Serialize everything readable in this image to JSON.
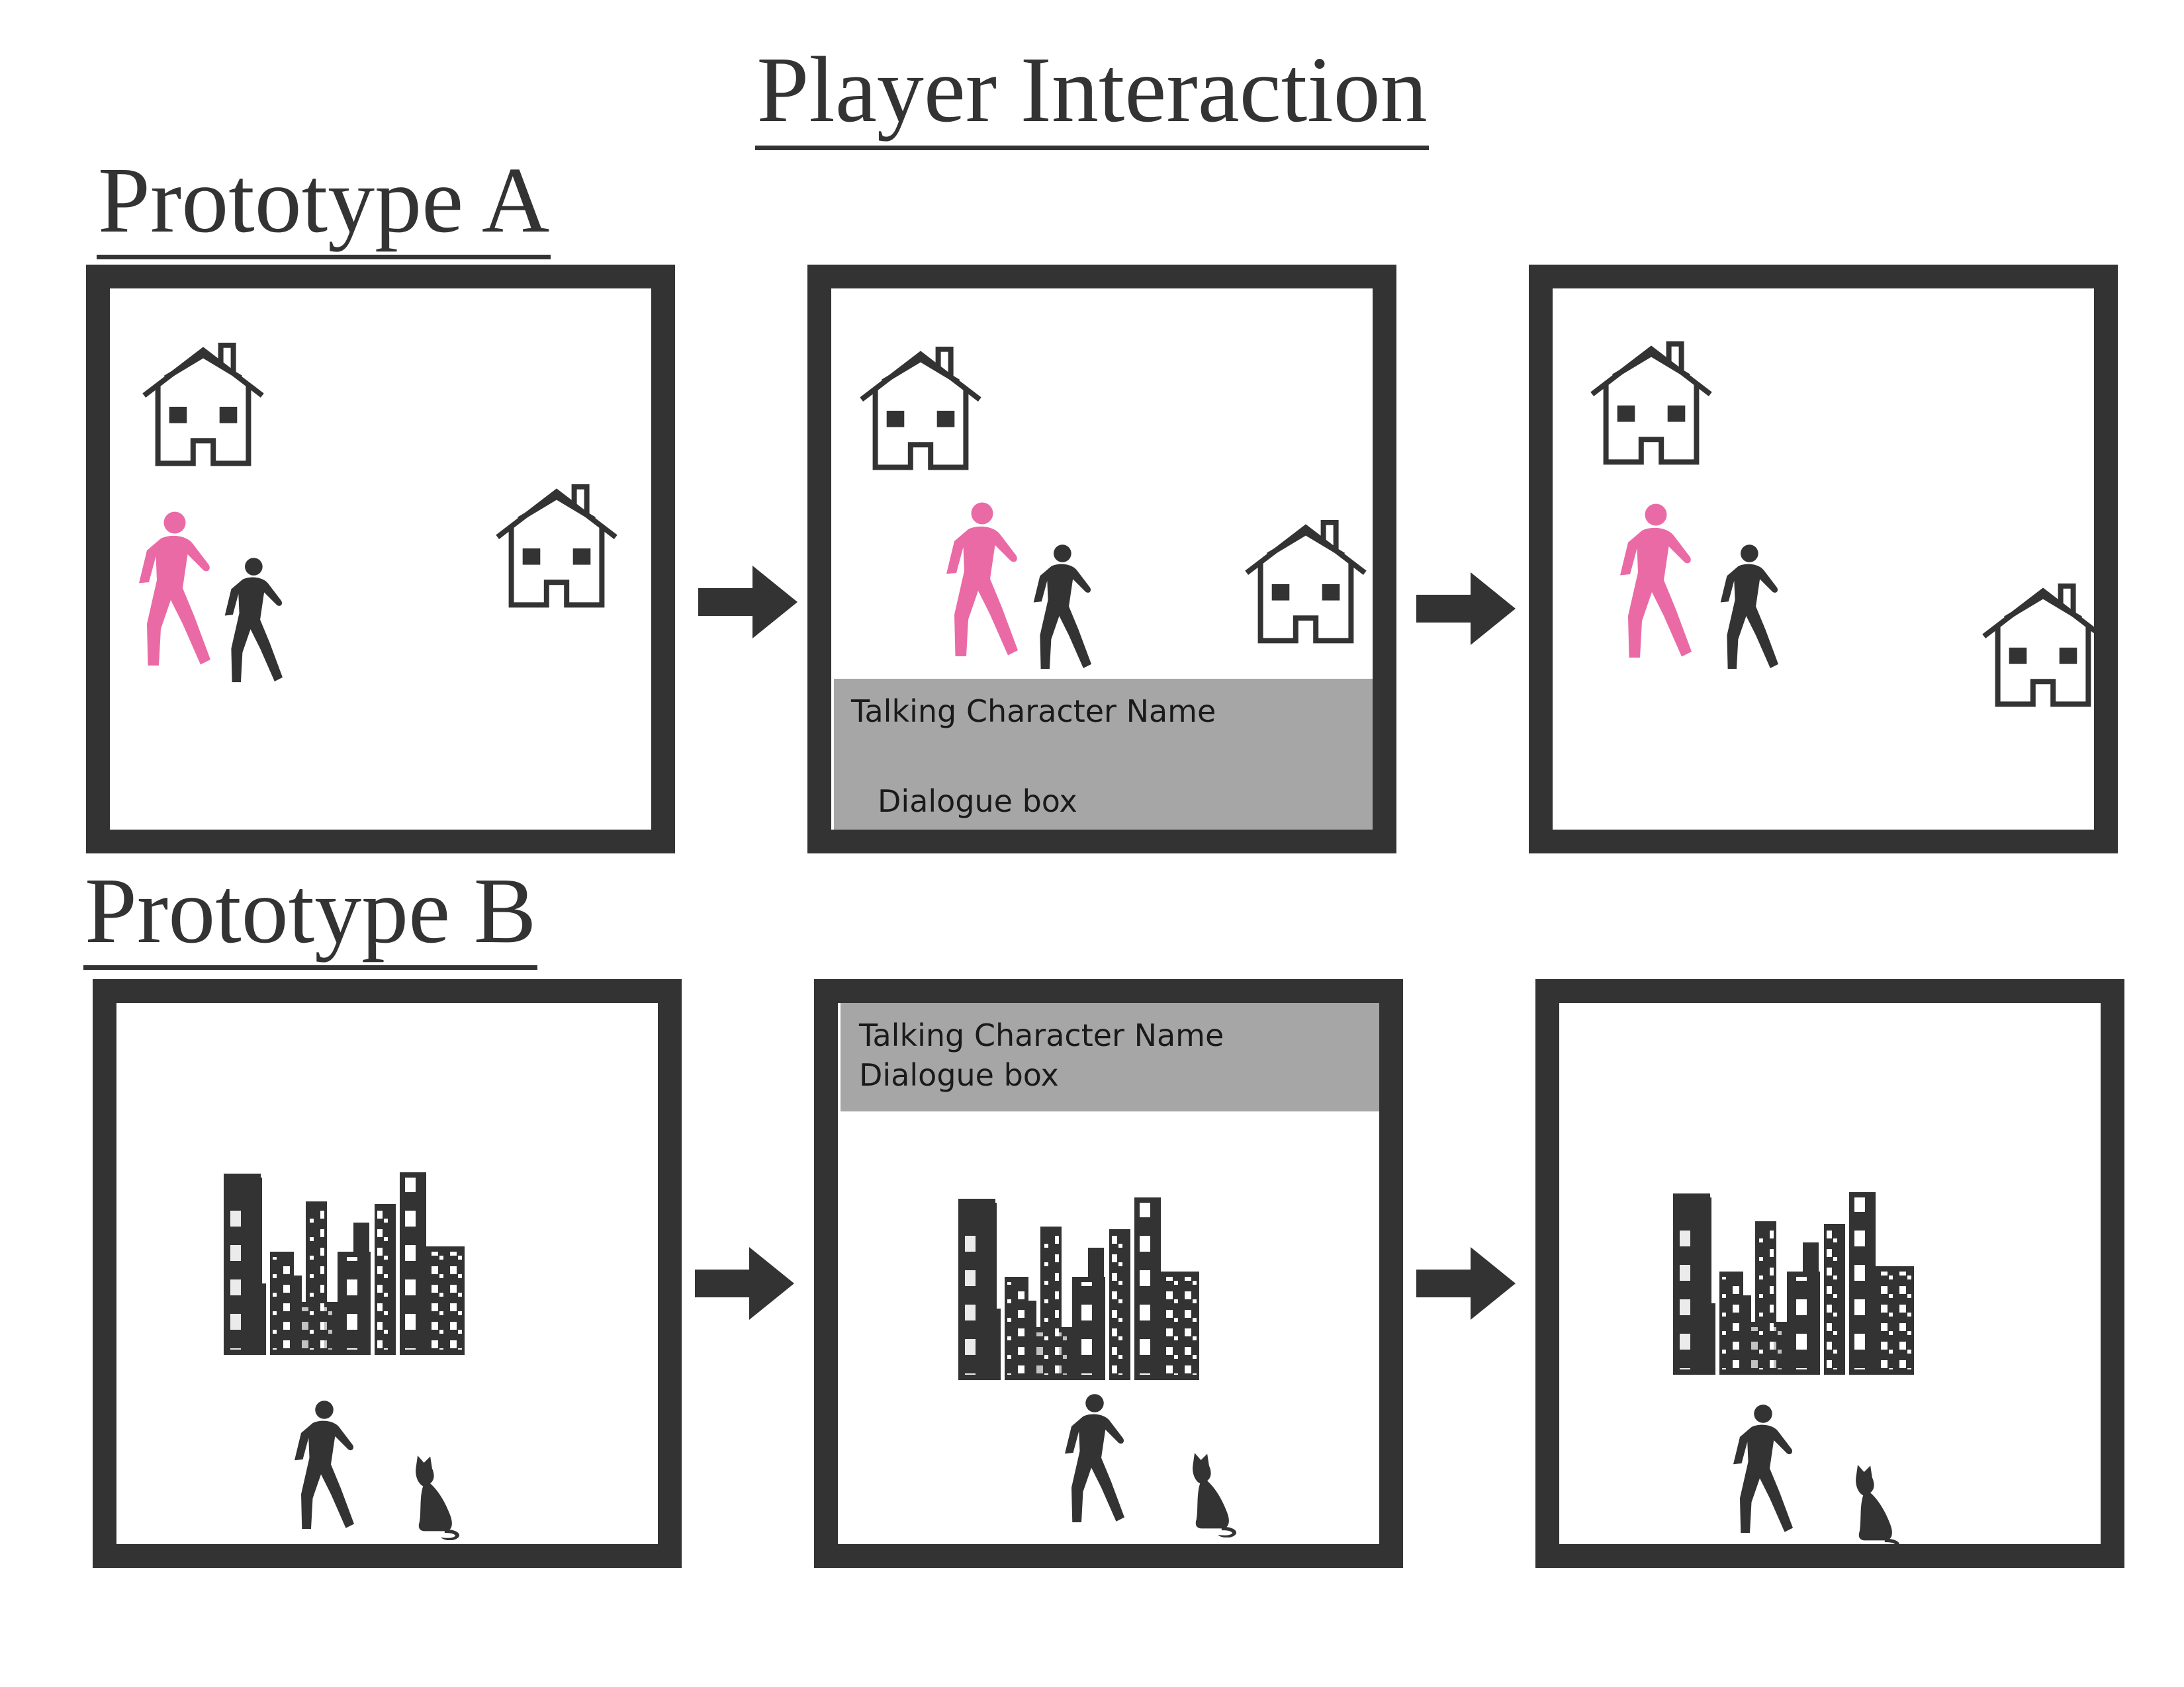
{
  "title": "Player Interaction",
  "prototype_a": {
    "heading": "Prototype A",
    "dialogue": {
      "name": "Talking Character Name",
      "text": "Dialogue box"
    }
  },
  "prototype_b": {
    "heading": "Prototype B",
    "dialogue": {
      "name": "Talking Character Name",
      "text": "Dialogue box"
    }
  },
  "colors": {
    "frame": "#333333",
    "player": "#ea6aa6",
    "npc": "#333333",
    "dialog_bg": "#a6a6a6",
    "arrow": "#333333"
  },
  "icons": [
    "house-icon",
    "player-walker-icon",
    "npc-walker-icon",
    "city-skyline-icon",
    "cat-icon",
    "right-arrow-icon"
  ]
}
